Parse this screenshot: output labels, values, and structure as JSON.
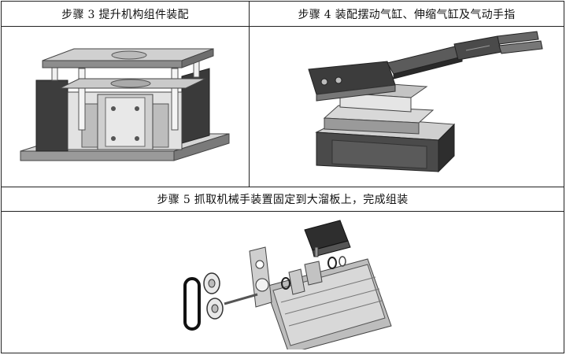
{
  "cells": {
    "step3": {
      "caption": "步骤 3    提升机构组件装配",
      "image_icon": "lifting-mechanism-assembly-render"
    },
    "step4": {
      "caption": "步骤 4    装配摆动气缸、伸缩气缸及气动手指",
      "image_icon": "swing-cylinder-assembly-render"
    },
    "step5": {
      "caption": "步骤 5    抓取机械手装置固定到大溜板上，完成组装",
      "image_icon": "gripper-carriage-exploded-render"
    }
  },
  "colors": {
    "border": "#222222",
    "metal_light": "#d9d9d9",
    "metal_mid": "#a8a8a8",
    "metal_dark": "#3a3a3a"
  }
}
